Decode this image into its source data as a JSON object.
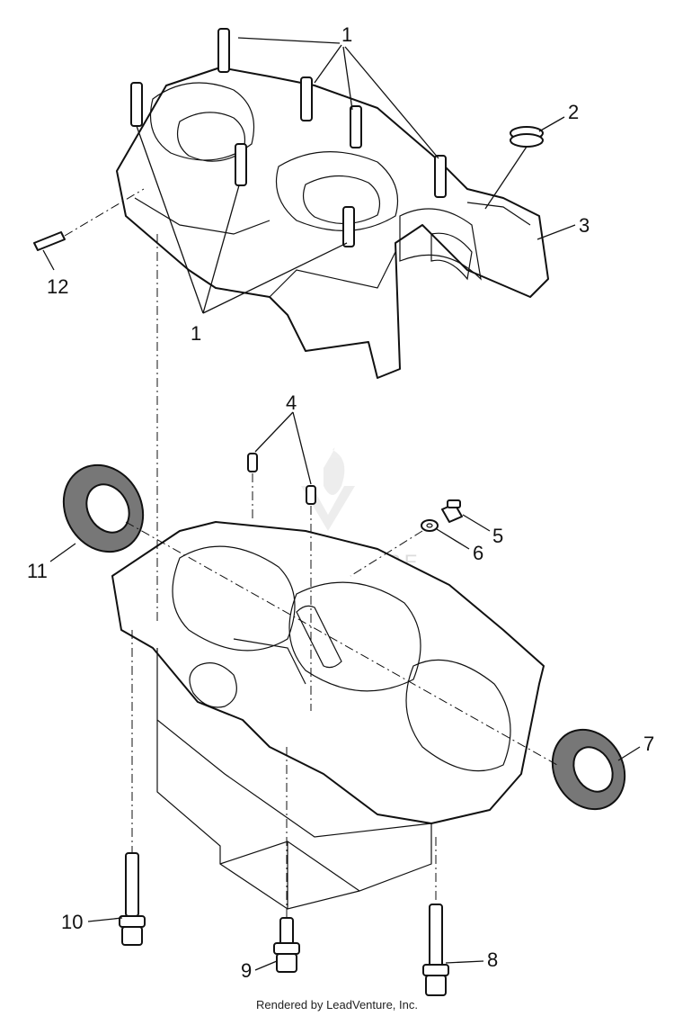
{
  "callouts": {
    "c1": "1",
    "c1b": "1",
    "c2": "2",
    "c3": "3",
    "c4": "4",
    "c5": "5",
    "c6": "6",
    "c7": "7",
    "c8": "8",
    "c9": "9",
    "c10": "10",
    "c11": "11",
    "c12": "12"
  },
  "watermark": "LEADVENTURE",
  "footer": "Rendered by LeadVenture, Inc."
}
